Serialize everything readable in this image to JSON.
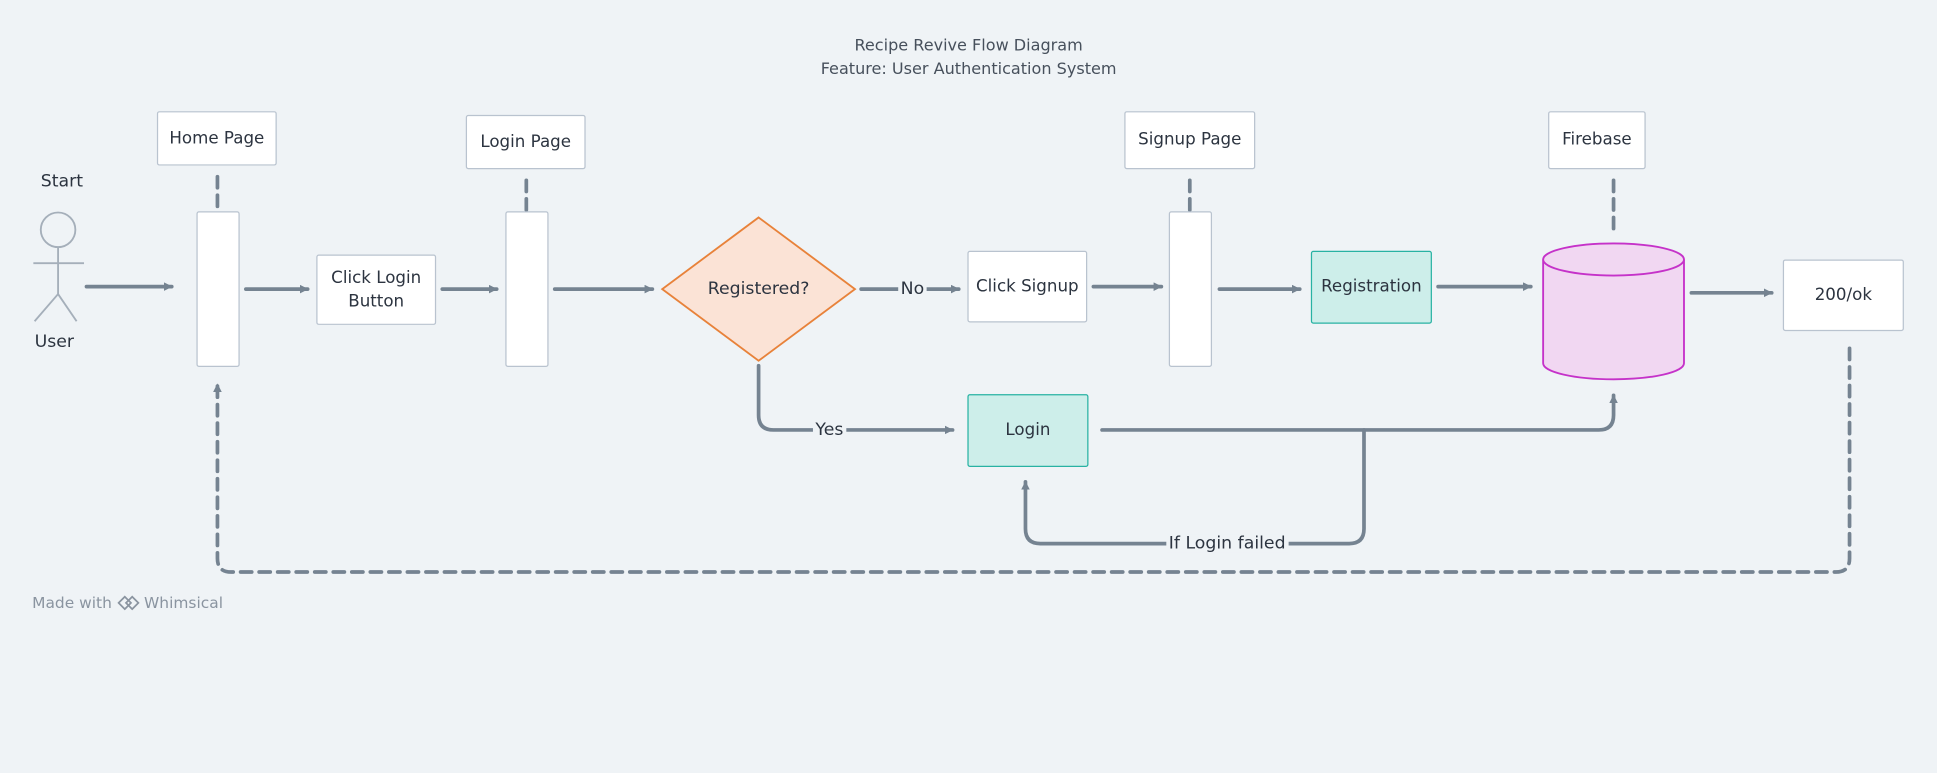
{
  "diagram": {
    "title": "Recipe Revive Flow Diagram",
    "subtitle": "Feature: User Authentication System",
    "actor": {
      "top_label": "Start",
      "bottom_label": "User"
    },
    "nodes": {
      "home_page": "Home Page",
      "login_page": "Login Page",
      "signup_page": "Signup Page",
      "firebase": "Firebase",
      "click_login_button": "Click Login Button",
      "registered": "Registered?",
      "click_signup": "Click Signup",
      "registration": "Registration",
      "login": "Login",
      "ok": "200/ok"
    },
    "edge_labels": {
      "no": "No",
      "yes": "Yes",
      "login_failed": "If Login failed"
    }
  },
  "colors": {
    "background": "#eff3f6",
    "arrow": "#758391",
    "decision_fill": "#fbe3d6",
    "decision_stroke": "#e8823a",
    "database_fill": "#f1d7f2",
    "database_stroke": "#c532c9",
    "teal_fill": "#cdeeea",
    "teal_stroke": "#28b2a3"
  },
  "footer": {
    "made_with": "Made with",
    "brand": "Whimsical",
    "brand_icon": "whimsical-logo-icon"
  }
}
